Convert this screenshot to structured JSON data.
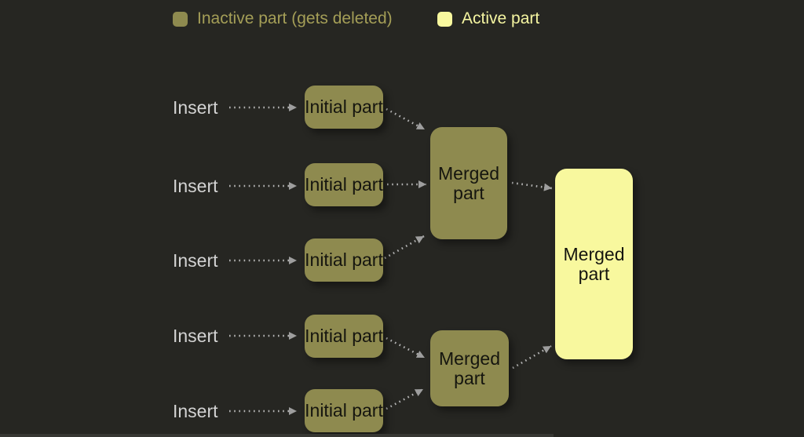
{
  "legend": {
    "items": [
      {
        "id": "inactive",
        "label": "Inactive part (gets deleted)",
        "swatch_color": "#8e8a4f",
        "text_color": "#a49e57"
      },
      {
        "id": "active",
        "label": "Active part",
        "swatch_color": "#f8f89e",
        "text_color": "#f5f5a1"
      }
    ]
  },
  "diagram": {
    "inserts": [
      {
        "id": "insert-1",
        "label": "Insert"
      },
      {
        "id": "insert-2",
        "label": "Insert"
      },
      {
        "id": "insert-3",
        "label": "Insert"
      },
      {
        "id": "insert-4",
        "label": "Insert"
      },
      {
        "id": "insert-5",
        "label": "Insert"
      }
    ],
    "initials": [
      {
        "id": "initial-1",
        "label": "Initial part",
        "state": "inactive"
      },
      {
        "id": "initial-2",
        "label": "Initial part",
        "state": "inactive"
      },
      {
        "id": "initial-3",
        "label": "Initial part",
        "state": "inactive"
      },
      {
        "id": "initial-4",
        "label": "Initial part",
        "state": "inactive"
      },
      {
        "id": "initial-5",
        "label": "Initial part",
        "state": "inactive"
      }
    ],
    "merged": {
      "top": {
        "id": "merged-top",
        "label": "Merged part",
        "state": "inactive"
      },
      "bottom": {
        "id": "merged-bottom",
        "label": "Merged part",
        "state": "inactive"
      },
      "final": {
        "id": "merged-final",
        "label": "Merged part",
        "state": "active"
      }
    },
    "edges": [
      {
        "from": "insert-1",
        "to": "initial-1"
      },
      {
        "from": "insert-2",
        "to": "initial-2"
      },
      {
        "from": "insert-3",
        "to": "initial-3"
      },
      {
        "from": "insert-4",
        "to": "initial-4"
      },
      {
        "from": "insert-5",
        "to": "initial-5"
      },
      {
        "from": "initial-1",
        "to": "merged-top"
      },
      {
        "from": "initial-2",
        "to": "merged-top"
      },
      {
        "from": "initial-3",
        "to": "merged-top"
      },
      {
        "from": "initial-4",
        "to": "merged-bottom"
      },
      {
        "from": "initial-5",
        "to": "merged-bottom"
      },
      {
        "from": "merged-top",
        "to": "merged-final"
      },
      {
        "from": "merged-bottom",
        "to": "merged-final"
      }
    ]
  },
  "colors": {
    "background": "#262622",
    "inactive_fill": "#8e8a4f",
    "active_fill": "#f8f89e",
    "node_text": "#15150f",
    "insert_text": "#d3d3d3",
    "arrow_dots": "#b4b4b4",
    "arrow_head": "#9e9e9e"
  }
}
